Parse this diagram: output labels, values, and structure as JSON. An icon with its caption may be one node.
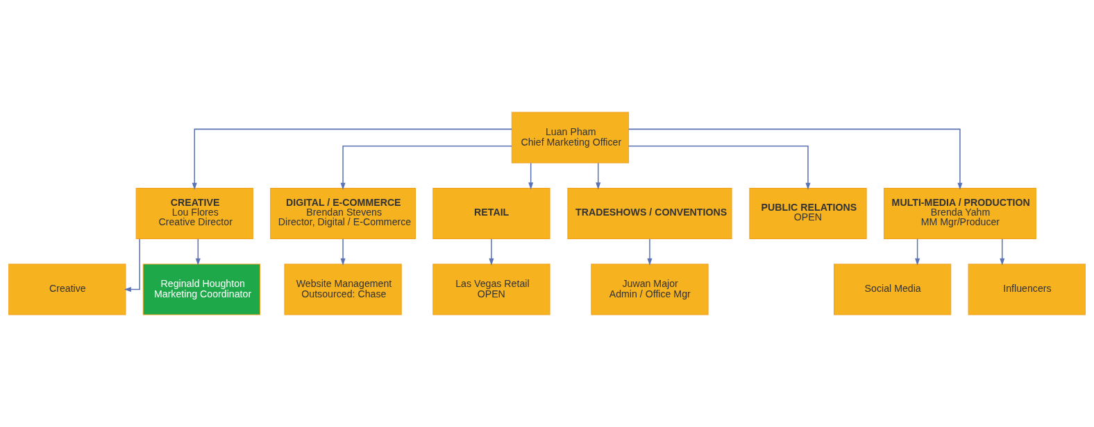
{
  "diagram": {
    "nodes": [
      {
        "text": [
          "Luan Pham",
          "Chief Marketing Officer"
        ]
      },
      {
        "text": [
          "CREATIVE",
          "Lou Flores",
          "Creative Director"
        ]
      },
      {
        "text": [
          "DIGITAL / E-COMMERCE",
          "Brendan Stevens",
          "Director, Digital / E-Commerce"
        ]
      },
      {
        "text": [
          "RETAIL"
        ]
      },
      {
        "text": [
          "TRADESHOWS / CONVENTIONS"
        ]
      },
      {
        "text": [
          "PUBLIC RELATIONS",
          "OPEN"
        ]
      },
      {
        "text": [
          "MULTI-MEDIA / PRODUCTION",
          "Brenda Yahm",
          "MM Mgr/Producer"
        ]
      },
      {
        "text": [
          "Creative"
        ]
      },
      {
        "text": [
          "Reginald Houghton",
          "Marketing Coordinator"
        ]
      },
      {
        "text": [
          "Website Management",
          "Outsourced: Chase"
        ]
      },
      {
        "text": [
          "Las Vegas Retail",
          "OPEN"
        ]
      },
      {
        "text": [
          "Juwan Major",
          "Admin / Office Mgr"
        ]
      },
      {
        "text": [
          "Social Media"
        ]
      },
      {
        "text": [
          "Influencers"
        ]
      }
    ],
    "edges": [
      {
        "from": 0,
        "to": 1,
        "arrow": "to"
      },
      {
        "from": 0,
        "to": 2,
        "arrow": "to"
      },
      {
        "from": 0,
        "to": 3,
        "arrow": "to"
      },
      {
        "from": 0,
        "to": 4,
        "arrow": "to"
      },
      {
        "from": 0,
        "to": 5,
        "arrow": "to"
      },
      {
        "from": 0,
        "to": 6,
        "arrow": "to"
      },
      {
        "from": 1,
        "to": 7,
        "arrow": "to"
      },
      {
        "from": 1,
        "to": 8,
        "arrow": "to"
      },
      {
        "from": 2,
        "to": 9,
        "arrow": "to"
      },
      {
        "from": 3,
        "to": 10,
        "arrow": "to"
      },
      {
        "from": 4,
        "to": 11,
        "arrow": "to"
      },
      {
        "from": 6,
        "to": 12,
        "arrow": "to"
      },
      {
        "from": 6,
        "to": 13,
        "arrow": "to"
      }
    ]
  }
}
